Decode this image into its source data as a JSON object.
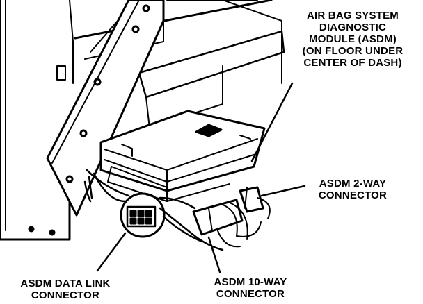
{
  "diagram": {
    "callouts": {
      "asdm_module": {
        "lines": [
          "AIR BAG SYSTEM",
          "DIAGNOSTIC",
          "MODULE (ASDM)",
          "(ON FLOOR UNDER",
          "CENTER OF DASH)"
        ]
      },
      "two_way_connector": {
        "lines": [
          "ASDM 2-WAY",
          "CONNECTOR"
        ]
      },
      "ten_way_connector": {
        "lines": [
          "ASDM 10-WAY",
          "CONNECTOR"
        ]
      },
      "data_link_connector": {
        "lines": [
          "ASDM DATA LINK",
          "CONNECTOR"
        ]
      }
    },
    "colors": {
      "ink": "#000000",
      "paper": "#ffffff"
    }
  }
}
